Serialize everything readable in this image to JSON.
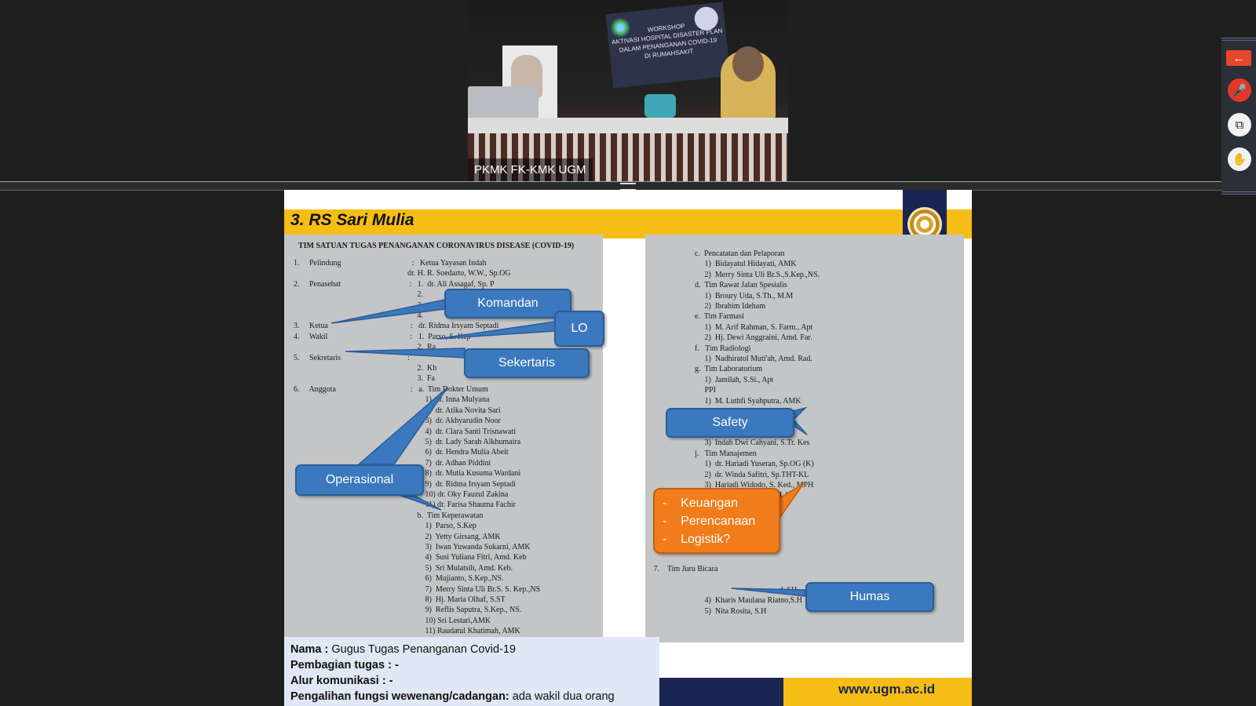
{
  "video": {
    "participant_name": "PKMK FK-KMK UGM",
    "banner_lines": [
      "WORKSHOP",
      "AKTIVASI HOSPITAL DISASTER PLAN",
      "DALAM PENANGANAN COVID-19",
      "DI RUMAHSAKIT"
    ]
  },
  "toolbar": {
    "exit_icon": "←",
    "mic_icon": "🎤",
    "share_icon": "⧉",
    "hand_icon": "✋"
  },
  "slide": {
    "title": "3. RS Sari Mulia",
    "website": "www.ugm.ac.id",
    "left_doc_title": "TIM SATUAN TUGAS PENANGANAN CORONAVIRUS DISEASE (COVID-19)",
    "left_doc_body": "1.     Pelindung                                    :   Ketua Yayasan Indah\n                                                          dr. H. R. Soedarto, W.W., Sp.OG\n2.     Penasehat                                   :   1.  dr. Ali Assagaf, Sp. P\n                                                               2.\n                                                               3.\n                                                               4.\n3.     Ketua                                          :   dr. Ridma Irsyam Septadi\n4.     Wakil                                          :   1.  Parso, S. Kep\n                                                               2.  Ra\n5.     Sekretaris                                  :\n                                                               2.  Kh\n                                                               3.  Fa\n6.     Anggota                                      :   a.  Tim Dokter Umum\n                                                                   1)  dr. Inna Mulyana\n                                                                   2)  dr. Atika Novita Sari\n                                                                   3)  dr. Akhyarudin Noor\n                                                                   4)  dr. Clara Santi Trisnawati\n                                                                   5)  dr. Lady Sarah Alkhumaira\n                                                                   6)  dr. Hendra Mulia Abeit\n                                                                   7)  dr. Adhan Piddini\n                                                                   8)  dr. Mutia Kusuma Wardani\n                                                                   9)  dr. Ridma Irsyam Septadi\n                                                                   10) dr. Oky Fauzul Zakina\n                                                                   11) dr. Farisa Shauma Fachir\n                                                               b.  Tim Keperawatan\n                                                                   1)  Parso, S.Kep\n                                                                   2)  Yetty Girsang, AMK\n                                                                   3)  Iwan Yuwanda Sukarni, AMK\n                                                                   4)  Susi Yuliana Fitri, Amd. Keb\n                                                                   5)  Sri Mulatsih, Amd. Keb.\n                                                                   6)  Mujianto, S.Kep.,NS.\n                                                                   7)  Merry Sinta Uli Br.S. S. Kep.,NS\n                                                                   8)  Hj. Maria Olhaf, S.ST\n                                                                   9)  Reflis Saputra, S.Kep., NS.\n                                                                   10) Sri Lestari,AMK\n                                                                   11) Raudatul Khatimah, AMK",
    "right_doc_body": "                      c.  Pencatatan dan Pelaporan\n                           1)  Bidayatul Hidayati, AMK\n                           2)  Merry Sinta Uli Br.S.,S.Kep.,NS.\n                      d.  Tim Rawat Jalan Spesialis\n                           1)  Broury Uda, S.Th., M.M\n                           2)  Ibrahim Ideham\n                      e.  Tim Farmasi\n                           1)  M. Arif Rahman, S. Farm., Apt\n                           2)  Hj. Dewi Anggraini, Amd. Far.\n                      f.   Tim Radiologi\n                           1)  Nadhiratol Muti'ah, Amd. Rad.\n                      g.  Tim Laboratorium\n                           1)  Jamilah, S.Si., Apt\n                           PPI\n                           1)  M. Luthfi Syahputra, AMK\n                           K3\n                           1)  Tutut Marpitu\n                           2)  Ryan Dwi Cahyo, Amd.\n                           3)  Indah Dwi Cahyani, S.Tr. Kes\n                      j.   Tim Manajemen\n                           1)  dr. Hariadi Yuseran, Sp.OG (K)\n                           2)  dr. Winda Safitri, Sp.THT-KL\n                           3)  Hariadi Widodo, S. Ked., MPH\n                           4)  Afriansyah, S.Sos. M.A.\n                           5)  Norpah, S.Kep\n                           6)  Trisep Maredi\n                           7)  M. Renaldi\n                           8)  Satriawan, SE\n                           9)  Hj. Linda Ariyani\n\n 7.    Tim Juru Bicara\n\n                                                                 d.,SH\n                           4)  Kharis Maulana Riatno,S.H\n                           5)  Nita Rosita, S.H",
    "callouts": {
      "komandan": "Komandan",
      "lo": "LO",
      "sekertaris": "Sekertaris",
      "operasional": "Operasional",
      "safety": "Safety",
      "humas": "Humas",
      "orange_lines": [
        "-    Keuangan",
        "-    Perencanaan",
        "-    Logistik?"
      ]
    },
    "info": {
      "nama_label": "Nama :",
      "nama_value": " Gugus Tugas Penanganan Covid-19",
      "pembagian_label": "Pembagian tugas : -",
      "alur_label": "Alur komunikasi : -",
      "pengalihan_label": "Pengalihan fungsi wewenang/cadangan:",
      "pengalihan_value": " ada wakil dua orang"
    }
  },
  "colors": {
    "slide_accent": "#f6bd16",
    "ugm_navy": "#1b2552",
    "callout_blue": "#3b78bd",
    "callout_orange": "#f07c1a"
  }
}
